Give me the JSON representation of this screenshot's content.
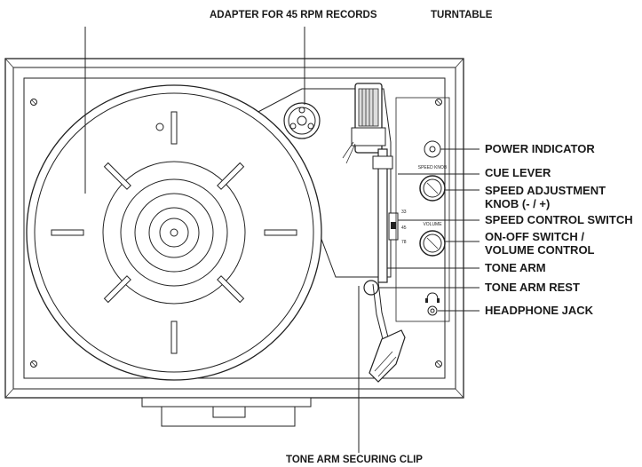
{
  "labels": {
    "adapter_45_rpm": "ADAPTER FOR 45 RPM RECORDS",
    "turntable": "TURNTABLE",
    "power_indicator": "POWER INDICATOR",
    "cue_lever": "CUE LEVER",
    "speed_adjustment_knob_line1": "SPEED ADJUSTMENT",
    "speed_adjustment_knob_line2": "KNOB (- / +)",
    "speed_control_switch": "SPEED CONTROL SWITCH",
    "on_off_volume_line1": "ON-OFF SWITCH /",
    "on_off_volume_line2": "VOLUME CONTROL",
    "tone_arm": "TONE ARM",
    "tone_arm_rest": "TONE ARM REST",
    "headphone_jack": "HEADPHONE JACK",
    "tone_arm_securing_clip": "TONE ARM SECURING CLIP"
  },
  "panel_markings": {
    "speed_knob": "SPEED KNOB",
    "volume": "VOLUME",
    "speed_33": "33",
    "speed_45": "45",
    "speed_78": "78"
  }
}
